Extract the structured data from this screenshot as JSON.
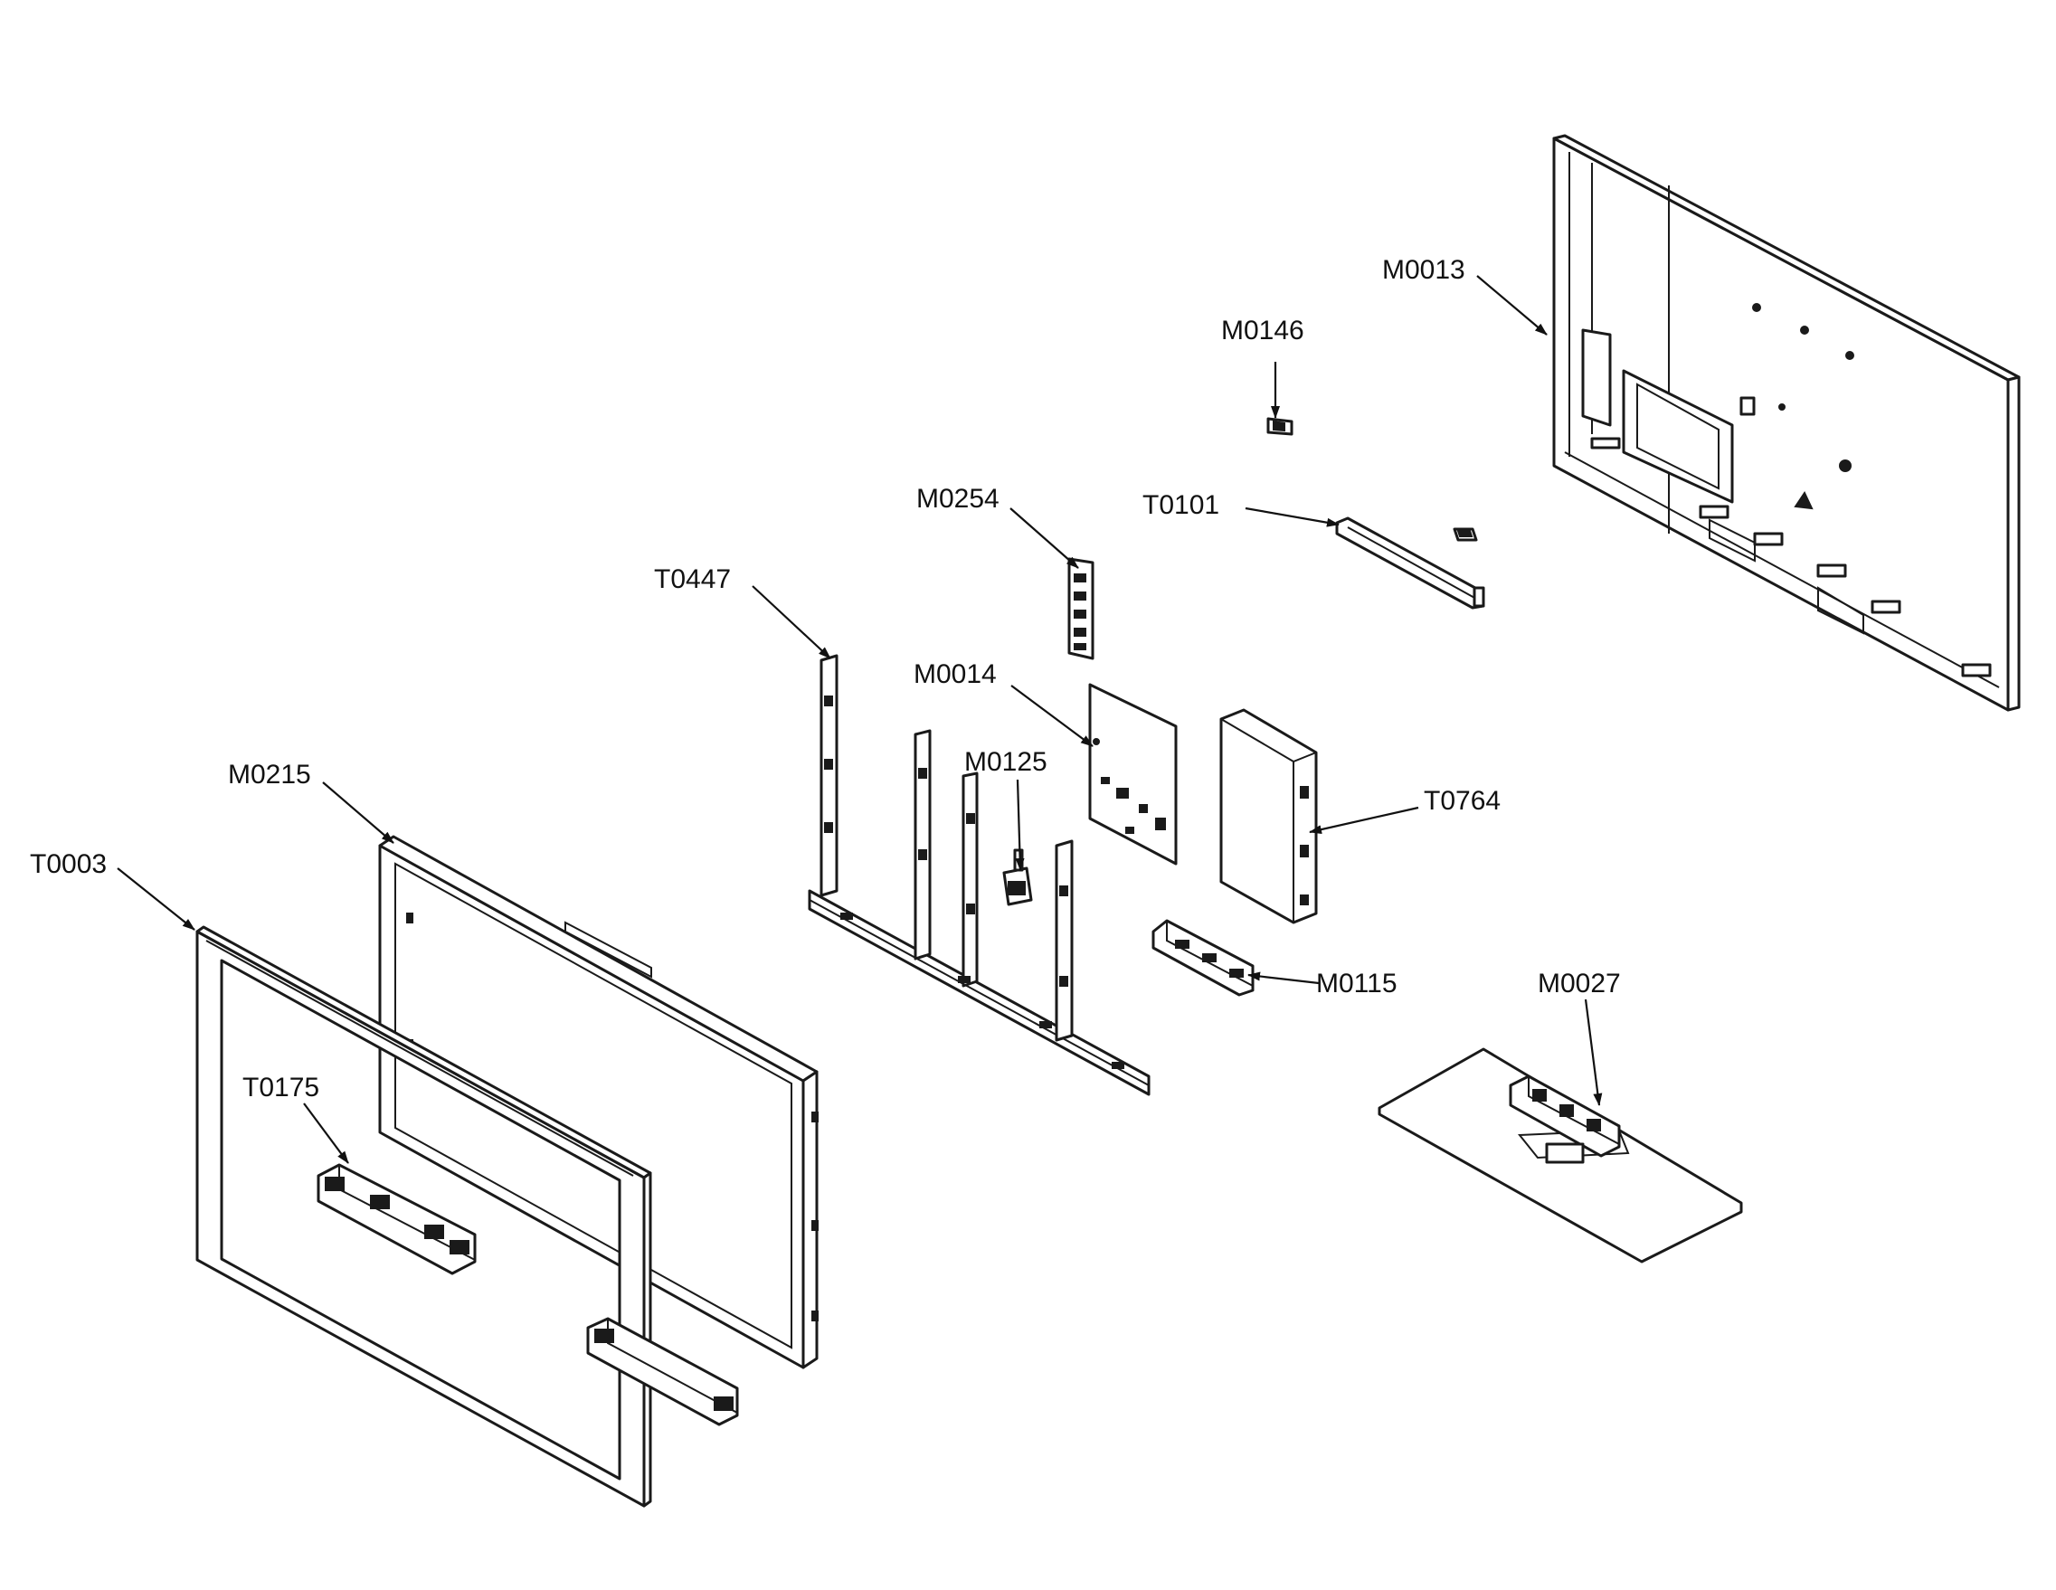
{
  "diagram": {
    "type": "exploded-parts-view",
    "labels": {
      "m0013": "M0013",
      "m0146": "M0146",
      "m0254": "M0254",
      "t0101": "T0101",
      "t0447": "T0447",
      "m0014": "M0014",
      "m0125": "M0125",
      "m0215": "M0215",
      "t0764": "T0764",
      "t0003": "T0003",
      "m0115": "M0115",
      "m0027": "M0027",
      "t0175": "T0175"
    },
    "colors": {
      "line": "#1a1a1a",
      "background": "#ffffff"
    }
  }
}
